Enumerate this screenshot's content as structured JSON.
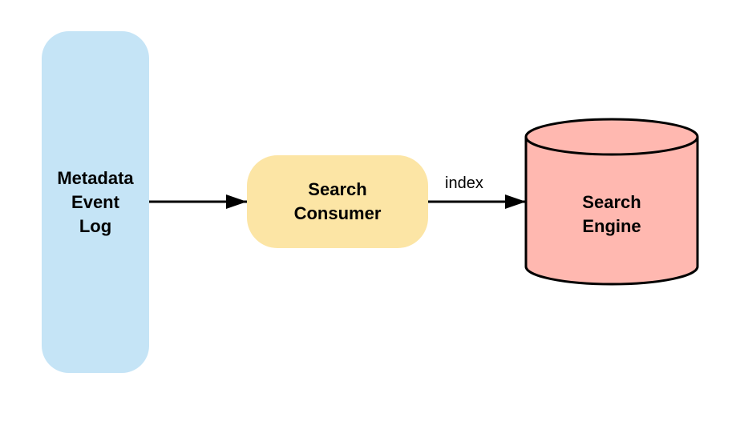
{
  "colors": {
    "event_log_fill": "#c5e4f6",
    "consumer_fill": "#fce5a5",
    "engine_fill": "#ffb8b0",
    "edge": "#000000"
  },
  "nodes": {
    "event_log": {
      "lines": [
        "Metadata",
        "Event",
        "Log"
      ]
    },
    "consumer": {
      "lines": [
        "Search",
        "Consumer"
      ]
    },
    "engine": {
      "lines": [
        "Search",
        "Engine"
      ]
    }
  },
  "edges": [
    {
      "from": "event_log",
      "to": "consumer",
      "label": ""
    },
    {
      "from": "consumer",
      "to": "engine",
      "label": "index"
    }
  ]
}
